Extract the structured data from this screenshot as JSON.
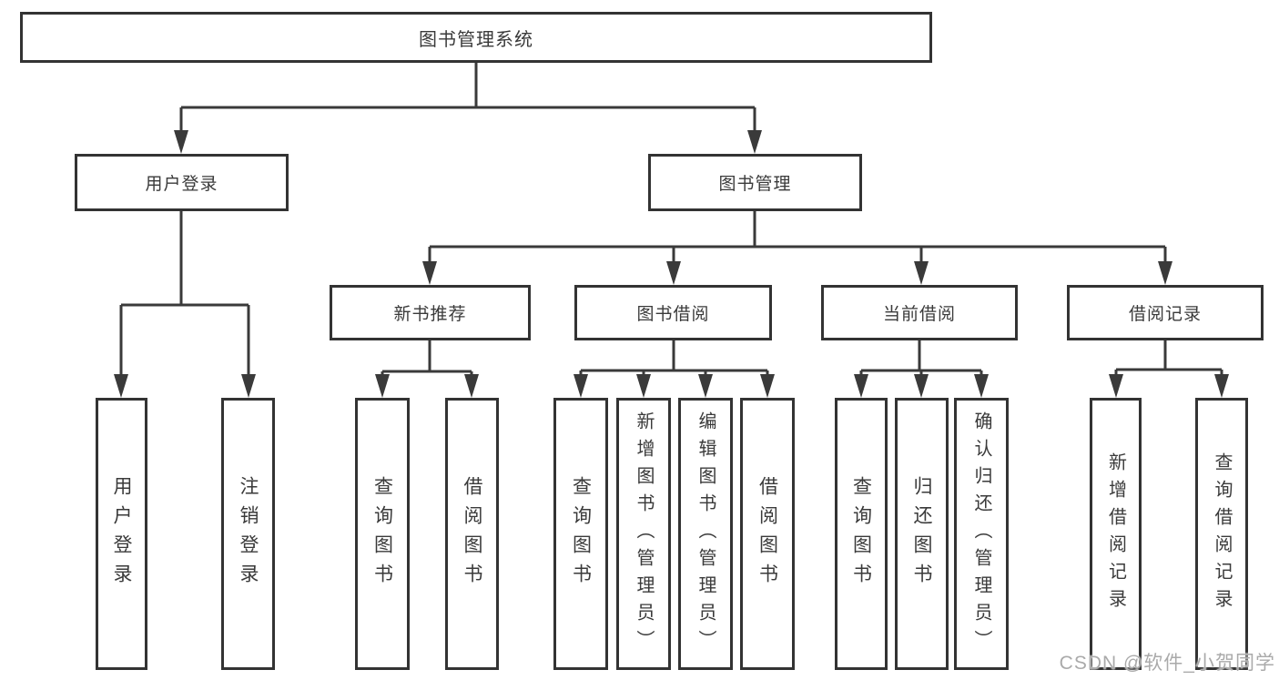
{
  "nodes": {
    "root": {
      "label": "图书管理系统"
    },
    "user_login": {
      "label": "用户登录"
    },
    "book_management": {
      "label": "图书管理"
    },
    "user_login_leaf": {
      "label": "用户登录"
    },
    "logout_leaf": {
      "label": "注销登录"
    },
    "new_book_recommend": {
      "label": "新书推荐"
    },
    "book_borrowing": {
      "label": "图书借阅"
    },
    "current_borrowing": {
      "label": "当前借阅"
    },
    "borrowing_records": {
      "label": "借阅记录"
    },
    "nb_query_books": {
      "label": "查询图书"
    },
    "nb_borrow_books": {
      "label": "借阅图书"
    },
    "bb_query_books": {
      "label": "查询图书"
    },
    "bb_add_books": {
      "label": "新增图书（管理员）"
    },
    "bb_edit_books": {
      "label": "编辑图书（管理员）"
    },
    "bb_borrow_books": {
      "label": "借阅图书"
    },
    "cb_query_books": {
      "label": "查询图书"
    },
    "cb_return_books": {
      "label": "归还图书"
    },
    "cb_confirm_return": {
      "label": "确认归还（管理员）"
    },
    "br_add_record": {
      "label": "新增借阅记录"
    },
    "br_query_record": {
      "label": "查询借阅记录"
    }
  },
  "edges": [
    {
      "from": "图书管理系统",
      "to": "用户登录"
    },
    {
      "from": "图书管理系统",
      "to": "图书管理"
    },
    {
      "from": "用户登录",
      "to": "用户登录"
    },
    {
      "from": "用户登录",
      "to": "注销登录"
    },
    {
      "from": "图书管理",
      "to": "新书推荐"
    },
    {
      "from": "图书管理",
      "to": "图书借阅"
    },
    {
      "from": "图书管理",
      "to": "当前借阅"
    },
    {
      "from": "图书管理",
      "to": "借阅记录"
    },
    {
      "from": "新书推荐",
      "to": "查询图书"
    },
    {
      "from": "新书推荐",
      "to": "借阅图书"
    },
    {
      "from": "图书借阅",
      "to": "查询图书"
    },
    {
      "from": "图书借阅",
      "to": "新增图书（管理员）"
    },
    {
      "from": "图书借阅",
      "to": "编辑图书（管理员）"
    },
    {
      "from": "图书借阅",
      "to": "借阅图书"
    },
    {
      "from": "当前借阅",
      "to": "查询图书"
    },
    {
      "from": "当前借阅",
      "to": "归还图书"
    },
    {
      "from": "当前借阅",
      "to": "确认归还（管理员）"
    },
    {
      "from": "借阅记录",
      "to": "新增借阅记录"
    },
    {
      "from": "借阅记录",
      "to": "查询借阅记录"
    }
  ],
  "watermark": {
    "text": "CSDN @软件_小贺同学"
  },
  "colors": {
    "line": "#3a3a3a",
    "border": "#333333",
    "text": "#3a3a3a",
    "watermark": "#aaaaaa",
    "background": "#ffffff"
  }
}
